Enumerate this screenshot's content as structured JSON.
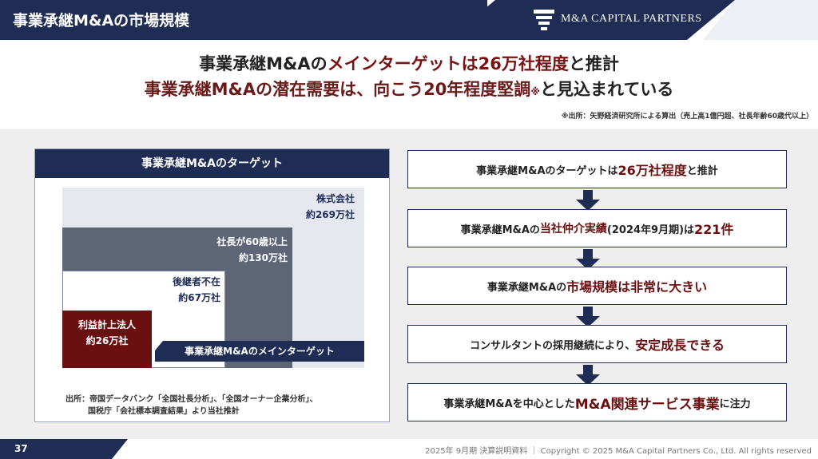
{
  "header": {
    "title": "事業承継M&Aの市場規模",
    "logo_text": "M&A CAPITAL PARTNERS"
  },
  "headline": {
    "line1_prefix": "事業承継M&Aの",
    "line1_highlight": "メインターゲットは26万社程度",
    "line1_suffix": "と推計",
    "line2_text": "事業承継M&Aの潜在需要は、向こう20年程度堅調",
    "line2_mark": "※",
    "line2_suffix": "と見込まれている",
    "source_note": "※出所：矢野経済研究所による算出（売上高1億円超、社長年齢60歳代以上）"
  },
  "left_panel": {
    "title": "事業承継M&Aのターゲット",
    "corp_label_1": "株式会社",
    "corp_label_2": "約269万社",
    "ceo60_label_1": "社長が60歳以上",
    "ceo60_label_2": "約130万社",
    "no_heir_label_1": "後継者不在",
    "no_heir_label_2": "約67万社",
    "profit_label_1": "利益計上法人",
    "profit_label_2": "約26万社",
    "main_target_label": "事業承継M&Aのメインターゲット",
    "source_line1": "出所：帝国データバンク「全国社長分析」、「全国オーナー企業分析」、",
    "source_line2": "国税庁「会社標本調査結果」より当社推計"
  },
  "flow": [
    {
      "plain_before": "事業承継M&Aのターゲットは",
      "emphasis": "26万社程度",
      "plain_after": "と推計"
    },
    {
      "plain_before": "事業承継M&Aの",
      "emphasis": "当社仲介実績",
      "plain_mid": "(2024年9月期)は",
      "emphasis2": "221件"
    },
    {
      "plain_before": "事業承継M&Aの",
      "emphasis": "市場規模は非常に大きい",
      "plain_after": ""
    },
    {
      "plain_before": "コンサルタントの採用継続により、",
      "emphasis": "安定成長できる",
      "plain_after": ""
    },
    {
      "plain_before": "事業承継M&Aを中心とした",
      "emphasis": "M&A関連サービス事業",
      "plain_after": "に注力"
    }
  ],
  "footer": {
    "page_number": "37",
    "copyright": "2025年 9月期 決算説明資料 ｜ Copyright © 2025 M&A Capital Partners Co., Ltd. All rights reserved"
  },
  "colors": {
    "navy": "#1f2d55",
    "maroon": "#6b1010",
    "slate": "#5d6577",
    "panel_bg": "#eeeeef"
  }
}
